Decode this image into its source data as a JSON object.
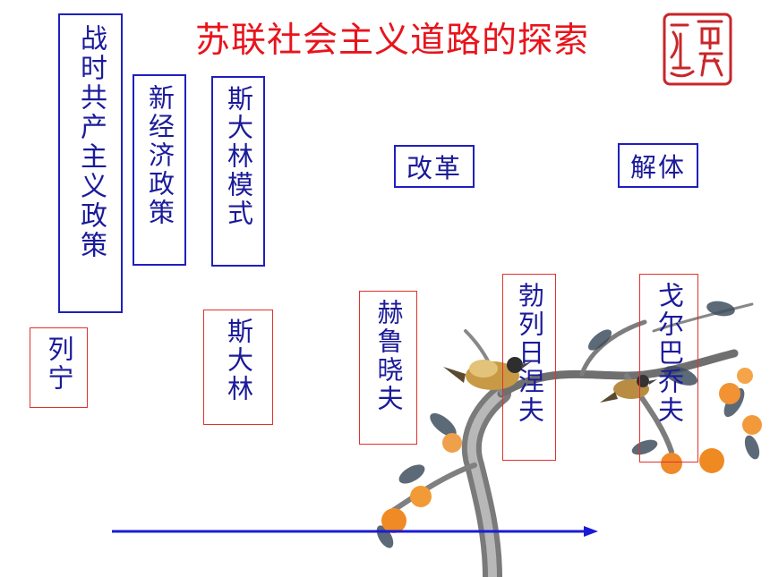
{
  "title": "苏联社会主义道路的探索",
  "policies": [
    {
      "key": "war-communism",
      "label": "战时共产主义政策"
    },
    {
      "key": "nep",
      "label": "新经济政策"
    },
    {
      "key": "stalin-model",
      "label": "斯大林模式"
    }
  ],
  "stages": [
    {
      "key": "reform",
      "label": "改革"
    },
    {
      "key": "dissolution",
      "label": "解体"
    }
  ],
  "leaders": [
    {
      "key": "lenin",
      "label": "列宁"
    },
    {
      "key": "stalin",
      "label": "斯大林"
    },
    {
      "key": "khrushchev",
      "label": "赫鲁晓夫"
    },
    {
      "key": "brezhnev",
      "label": "勃列日涅夫"
    },
    {
      "key": "gorbachev",
      "label": "戈尔巴乔夫"
    }
  ],
  "colors": {
    "title": "#e8141c",
    "box_border_blue": "#1f1fbf",
    "box_border_red": "#e0322c",
    "text_blue": "#1a1a9a",
    "timeline": "#1a1ad6"
  },
  "icons": {
    "seal": "seal-stamp",
    "background": "persimmon-branch-with-birds-painting"
  }
}
